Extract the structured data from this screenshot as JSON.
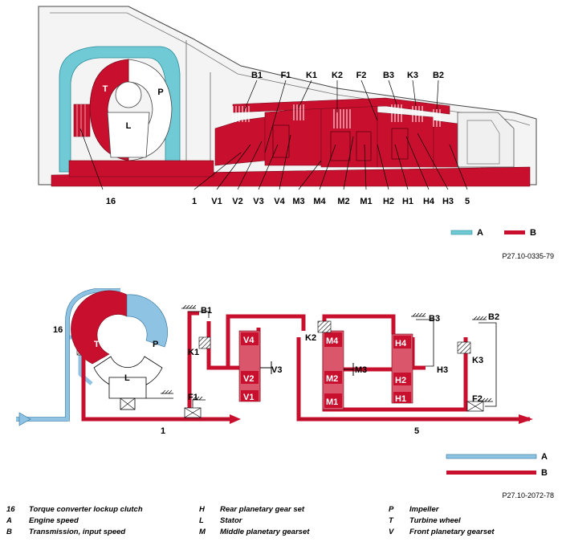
{
  "top": {
    "labels_above": [
      "B1",
      "F1",
      "K1",
      "K2",
      "F2",
      "B3",
      "K3",
      "B2"
    ],
    "labels_below": [
      "1",
      "V1",
      "V2",
      "V3",
      "V4",
      "M3",
      "M4",
      "M2",
      "M1",
      "H2",
      "H1",
      "H4",
      "H3",
      "5"
    ],
    "lockup_label": "16",
    "converter_labels": {
      "turbine": "T",
      "impeller": "P",
      "stator": "L"
    },
    "legend": {
      "a": "A",
      "b": "B"
    },
    "ref": "P27.10-0335-79"
  },
  "bottom": {
    "label_16": "16",
    "converter_labels": {
      "turbine": "T",
      "impeller": "P",
      "stator": "L"
    },
    "shaft_1": "1",
    "shaft_5": "5",
    "B1": "B1",
    "K1": "K1",
    "F1": "F1",
    "V4": "V4",
    "V2": "V2",
    "V1": "V1",
    "V3": "V3",
    "K2": "K2",
    "M4": "M4",
    "M2": "M2",
    "M1": "M1",
    "M3": "M3",
    "B3": "B3",
    "H4": "H4",
    "H2": "H2",
    "H1": "H1",
    "H3": "H3",
    "B2": "B2",
    "K3": "K3",
    "F2": "F2",
    "legend": {
      "a": "A",
      "b": "B"
    },
    "ref": "P27.10-2072-78"
  },
  "colors": {
    "a": "#6fcad6",
    "a_bottom": "#8fc3e3",
    "b": "#c8102e",
    "b_light": "#d9566b"
  },
  "key": [
    {
      "k": "16",
      "v": "Torque converter lockup clutch"
    },
    {
      "k": "H",
      "v": "Rear planetary gear set"
    },
    {
      "k": "P",
      "v": "Impeller"
    },
    {
      "k": "A",
      "v": "Engine speed"
    },
    {
      "k": "L",
      "v": "Stator"
    },
    {
      "k": "T",
      "v": "Turbine wheel"
    },
    {
      "k": "B",
      "v": "Transmission, input speed"
    },
    {
      "k": "M",
      "v": "Middle planetary gearset"
    },
    {
      "k": "V",
      "v": "Front planetary gearset"
    }
  ]
}
